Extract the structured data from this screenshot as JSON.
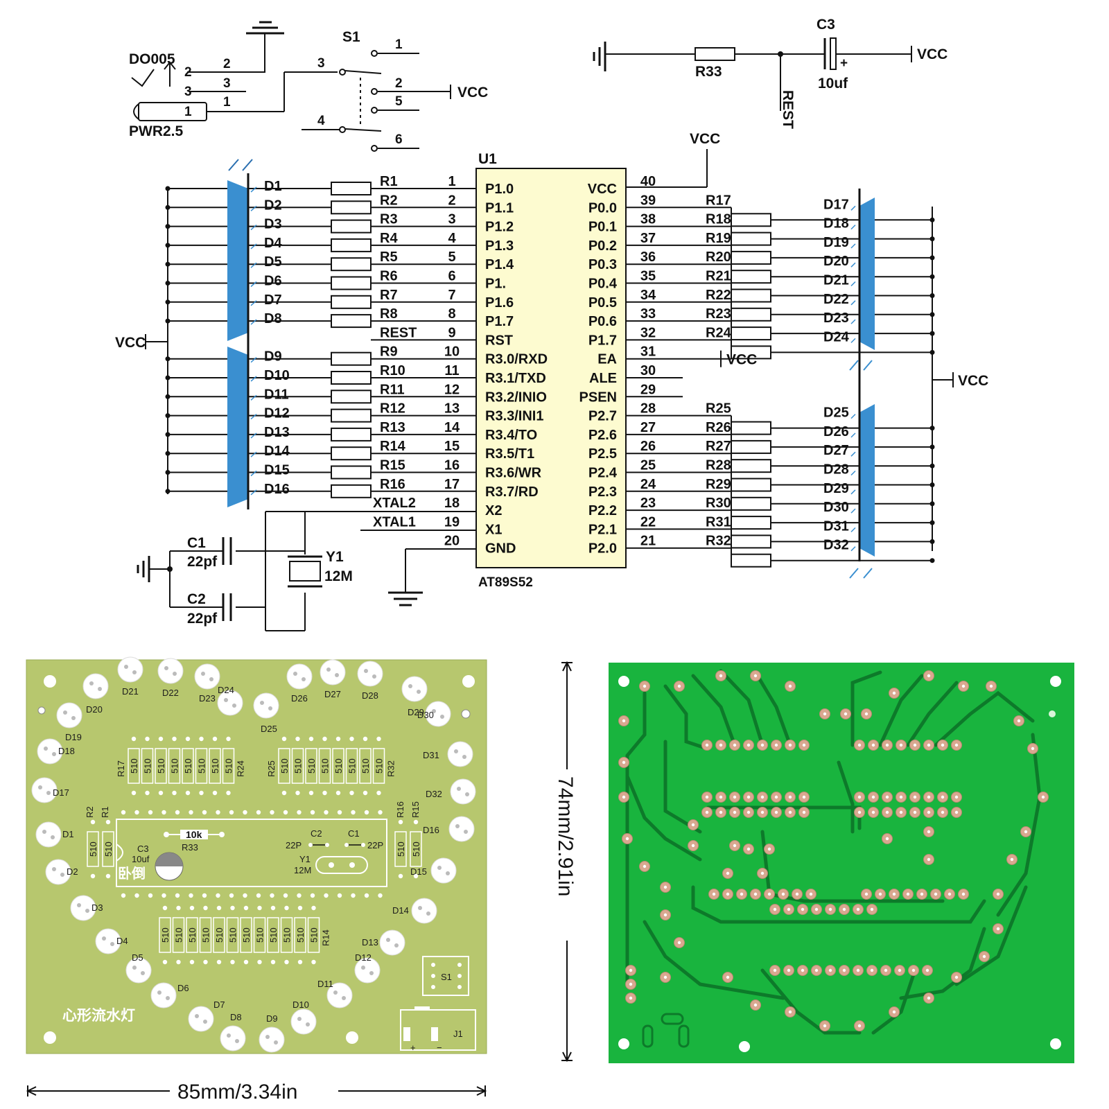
{
  "schematic": {
    "power_jack": {
      "name": "DO005",
      "footprint": "PWR2.5",
      "pins": [
        "2",
        "3",
        "1",
        "2",
        "3",
        "1"
      ]
    },
    "switch": {
      "name": "S1",
      "pins": [
        "1",
        "3",
        "2",
        "5",
        "4",
        "6"
      ],
      "vcc_label": "VCC"
    },
    "reset": {
      "resistor": "R33",
      "net": "REST",
      "cap": "C3",
      "cap_value": "10uf",
      "plus": "+",
      "vcc_label": "VCC"
    },
    "mcu": {
      "ref": "U1",
      "part": "AT89S52",
      "top_vcc": "VCC",
      "left_pins": [
        {
          "num": "1",
          "name": "P1.0",
          "net": "R1"
        },
        {
          "num": "2",
          "name": "P1.1",
          "net": "R2"
        },
        {
          "num": "3",
          "name": "P1.2",
          "net": "R3"
        },
        {
          "num": "4",
          "name": "P1.3",
          "net": "R4"
        },
        {
          "num": "5",
          "name": "P1.4",
          "net": "R5"
        },
        {
          "num": "6",
          "name": "P1.",
          "net": "R6"
        },
        {
          "num": "7",
          "name": "P1.6",
          "net": "R7"
        },
        {
          "num": "8",
          "name": "P1.7",
          "net": "R8"
        },
        {
          "num": "9",
          "name": "RST",
          "net": "REST"
        },
        {
          "num": "10",
          "name": "R3.0/RXD",
          "net": "R9"
        },
        {
          "num": "11",
          "name": "R3.1/TXD",
          "net": "R10"
        },
        {
          "num": "12",
          "name": "R3.2/INIO",
          "net": "R11"
        },
        {
          "num": "13",
          "name": "R3.3/INI1",
          "net": "R12"
        },
        {
          "num": "14",
          "name": "R3.4/TO",
          "net": "R13"
        },
        {
          "num": "15",
          "name": "R3.5/T1",
          "net": "R14"
        },
        {
          "num": "16",
          "name": "R3.6/WR",
          "net": "R15"
        },
        {
          "num": "17",
          "name": "R3.7/RD",
          "net": "R16"
        },
        {
          "num": "18",
          "name": "X2",
          "net": "XTAL2"
        },
        {
          "num": "19",
          "name": "X1",
          "net": "XTAL1"
        },
        {
          "num": "20",
          "name": "GND",
          "net": ""
        }
      ],
      "right_pins": [
        {
          "num": "40",
          "name": "VCC",
          "net": ""
        },
        {
          "num": "39",
          "name": "P0.0",
          "net": "R17"
        },
        {
          "num": "38",
          "name": "P0.1",
          "net": "R18"
        },
        {
          "num": "37",
          "name": "P0.2",
          "net": "R19"
        },
        {
          "num": "36",
          "name": "P0.3",
          "net": "R20"
        },
        {
          "num": "35",
          "name": "P0.4",
          "net": "R21"
        },
        {
          "num": "34",
          "name": "P0.5",
          "net": "R22"
        },
        {
          "num": "33",
          "name": "P0.6",
          "net": "R23"
        },
        {
          "num": "32",
          "name": "P1.7",
          "net": "R24"
        },
        {
          "num": "31",
          "name": "EA",
          "net": "VCC"
        },
        {
          "num": "30",
          "name": "ALE",
          "net": ""
        },
        {
          "num": "29",
          "name": "PSEN",
          "net": ""
        },
        {
          "num": "28",
          "name": "P2.7",
          "net": "R25"
        },
        {
          "num": "27",
          "name": "P2.6",
          "net": "R26"
        },
        {
          "num": "26",
          "name": "P2.5",
          "net": "R27"
        },
        {
          "num": "25",
          "name": "P2.4",
          "net": "R28"
        },
        {
          "num": "24",
          "name": "P2.3",
          "net": "R29"
        },
        {
          "num": "23",
          "name": "P2.2",
          "net": "R30"
        },
        {
          "num": "22",
          "name": "P2.1",
          "net": "R31"
        },
        {
          "num": "21",
          "name": "P2.0",
          "net": "R32"
        }
      ]
    },
    "left_leds_a": [
      "D1",
      "D2",
      "D3",
      "D4",
      "D5",
      "D6",
      "D7",
      "D8"
    ],
    "left_leds_b": [
      "D9",
      "D10",
      "D11",
      "D12",
      "D13",
      "D14",
      "D15",
      "D16"
    ],
    "right_leds_a": [
      "D17",
      "D18",
      "D19",
      "D20",
      "D21",
      "D22",
      "D23",
      "D24"
    ],
    "right_leds_b": [
      "D25",
      "D26",
      "D27",
      "D28",
      "D29",
      "D30",
      "D31",
      "D32"
    ],
    "left_vcc": "VCC",
    "right_vcc": "VCC",
    "crystal": {
      "ref": "Y1",
      "value": "12M"
    },
    "caps": [
      {
        "ref": "C1",
        "value": "22pf"
      },
      {
        "ref": "C2",
        "value": "22pf"
      }
    ]
  },
  "pcb_front": {
    "title_cn": "心形流水灯",
    "flip_cn": "卧倒",
    "resistor_value": "510",
    "r33_value": "10k",
    "r33_ref": "R33",
    "c3_ref": "C3",
    "c3_value": "10uf",
    "c2_ref": "C2",
    "c1_ref": "C1",
    "cap_value": "22P",
    "y1_ref": "Y1",
    "y1_value": "12M",
    "s1_ref": "S1",
    "j1_ref": "J1",
    "j1_plus": "+",
    "j1_minus": "−",
    "led_labels": [
      "D21",
      "D22",
      "D23",
      "D26",
      "D27",
      "D28",
      "D20",
      "D24",
      "D25",
      "D29",
      "D19",
      "D30",
      "D18",
      "D31",
      "D17",
      "D32",
      "D1",
      "D16",
      "D2",
      "D15",
      "D3",
      "D14",
      "D4",
      "D13",
      "D5",
      "D12",
      "D6",
      "D11",
      "D7",
      "D10",
      "D8",
      "D9"
    ],
    "upper_left_resistors": {
      "start": "R17",
      "end": "R24"
    },
    "upper_right_resistors": {
      "start": "R25",
      "end": "R32"
    },
    "lower_resistors": {
      "end": "R14"
    },
    "side_left": [
      "R2",
      "R1"
    ],
    "side_right": [
      "R16",
      "R15"
    ]
  },
  "dimensions": {
    "width": "85mm/3.34in",
    "height": "74mm/2.91in"
  },
  "colors": {
    "led_blue": "#3a8fd0",
    "chip_fill": "#fdfbd0",
    "pcb_front": "#b7c76e",
    "pcb_back": "#19b43e",
    "trace_dark": "#0d7a2a",
    "pad_copper": "#d9a890"
  }
}
